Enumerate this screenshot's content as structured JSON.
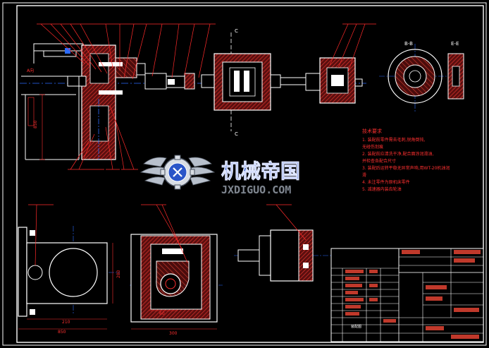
{
  "drawing": {
    "view_labels": {
      "section_bb": "B-B",
      "section_ee": "E-E",
      "view_a": "A向",
      "cut_c_top": "C",
      "cut_c_bottom": "C"
    },
    "tech_requirements": {
      "title": "技术要求",
      "lines": [
        "1. 装配前零件需去毛刺,锐角倒钝,",
        "   无碰伤划痕",
        "2. 装配前应清洗干净,配合面涂润滑油,",
        "   并检查各配合尺寸",
        "3. 装配后运转平稳无异常声响,用WT-20机油润",
        "   滑",
        "4. 未注零件为原机床零件",
        "5. 减速器内装齿轮油"
      ]
    },
    "dimensions": {
      "left_view_width": "210",
      "left_view_total": "850",
      "left_view_height": "280",
      "middle_view_width": "300",
      "middle_view_detail": "60",
      "top_left_vertical": "850"
    },
    "title_block": {
      "rows": 12,
      "label": "装配图"
    }
  },
  "watermark": {
    "cn": "机械帝国",
    "en": "JXDIGUO.COM"
  },
  "colors": {
    "background": "#000000",
    "outline": "#ffffff",
    "hatch": "#c0392b",
    "leader": "#ff2a2a",
    "center": "#2b6bff",
    "text": "#ff3030",
    "wm_blue": "#2a55c8",
    "wm_gray": "#8a9099"
  }
}
